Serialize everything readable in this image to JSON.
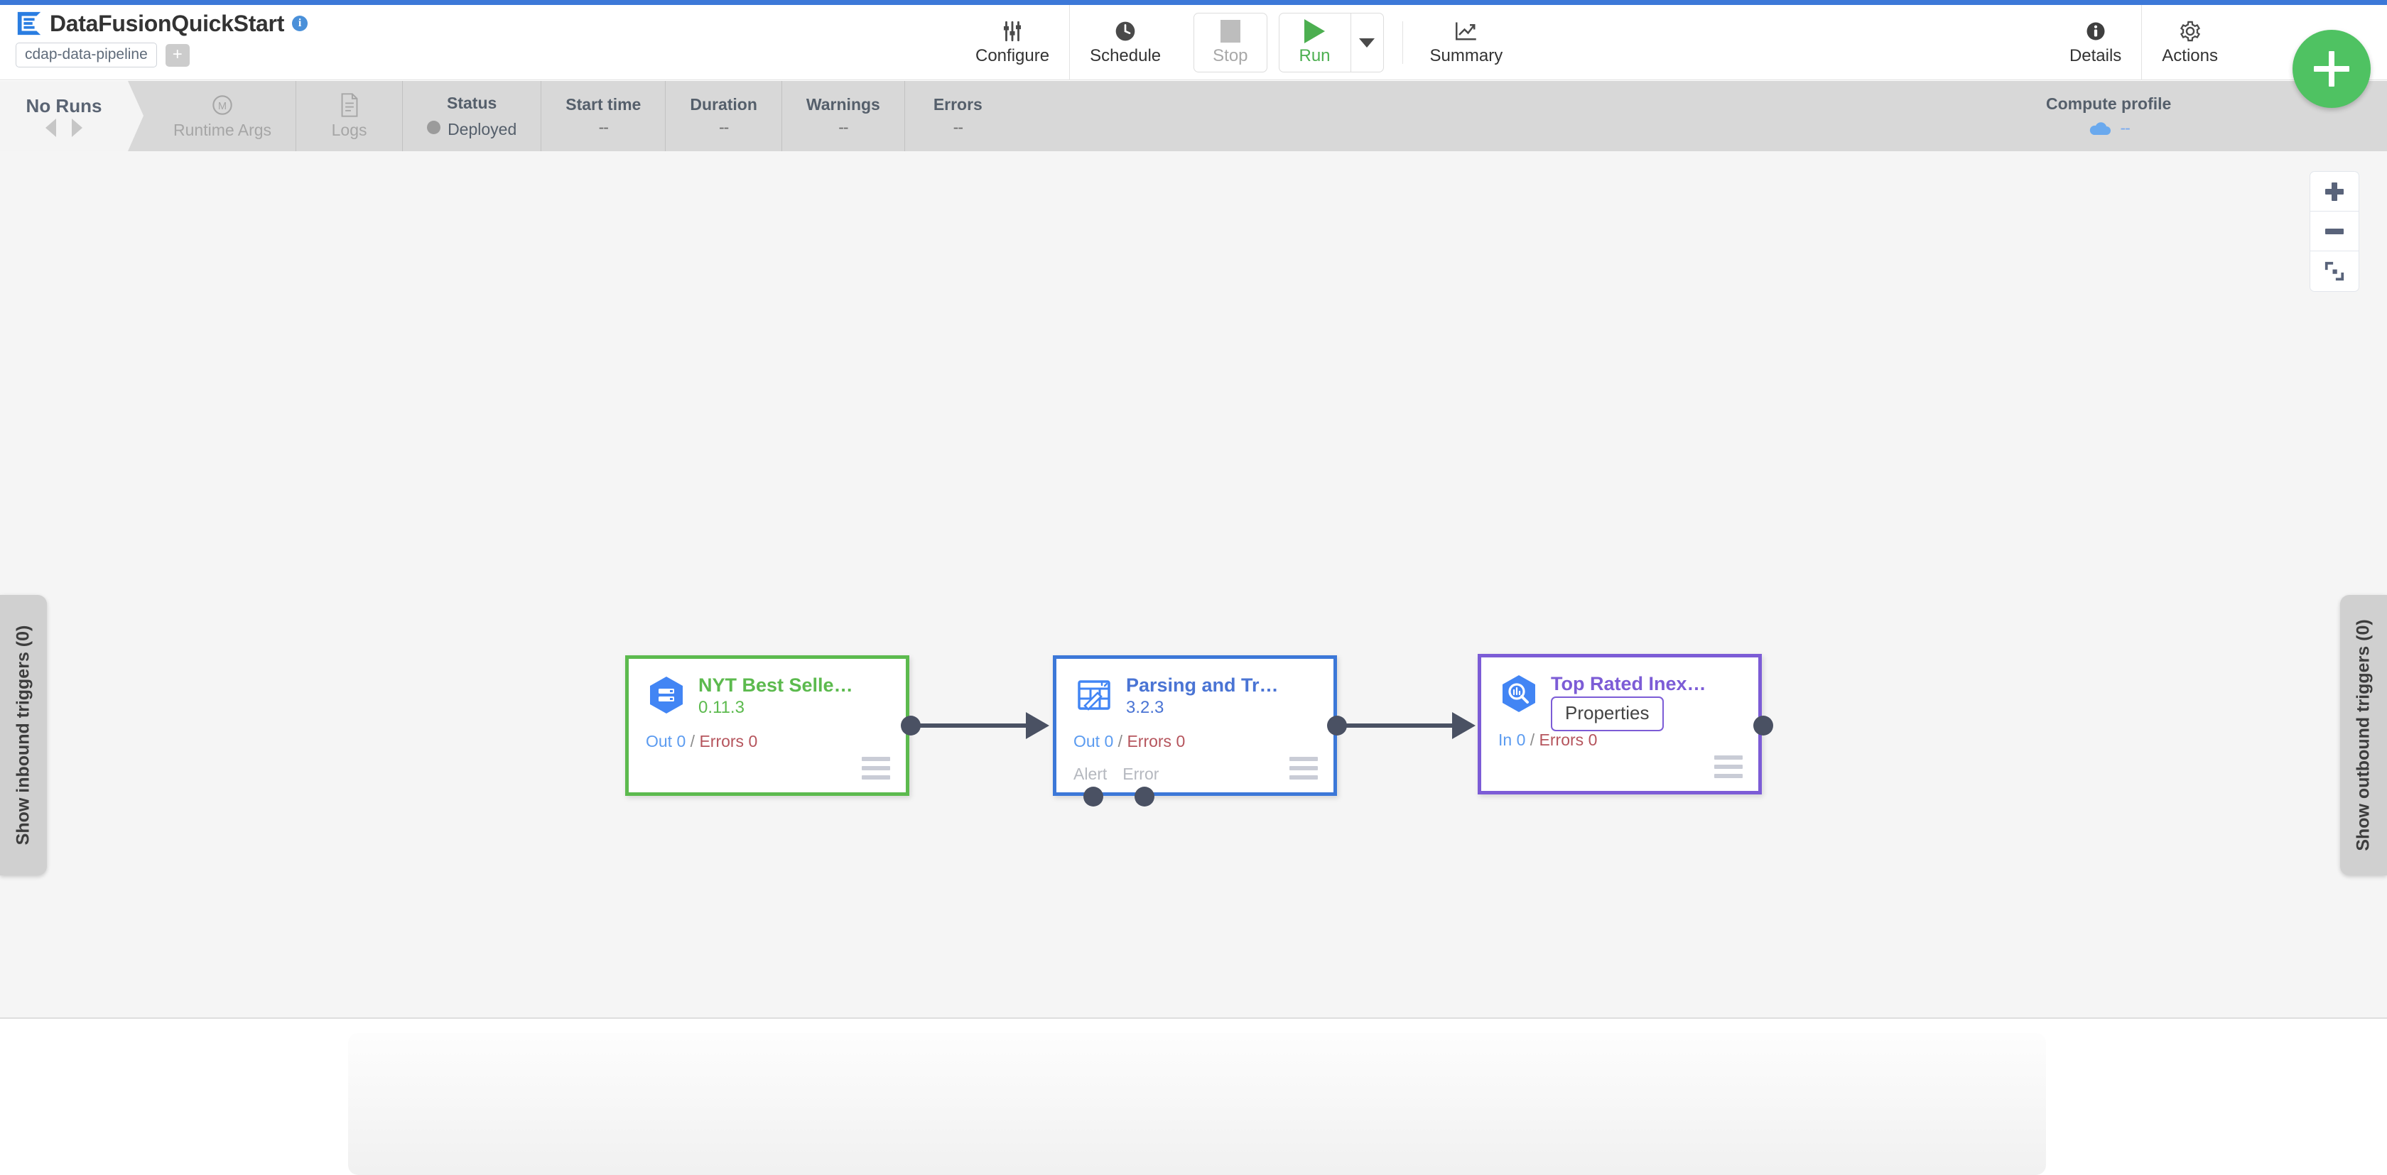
{
  "header": {
    "logo_icon": "cdap-logo-icon",
    "pipeline_name": "DataFusionQuickStart",
    "info_icon": "info-icon",
    "artifact_chip": "cdap-data-pipeline",
    "add_chip": "+",
    "toolbar": [
      {
        "icon": "sliders-icon",
        "label": "Configure"
      },
      {
        "icon": "clock-icon",
        "label": "Schedule"
      },
      {
        "icon": "stop-square-icon",
        "label": "Stop"
      },
      {
        "icon": "play-triangle-icon",
        "label": "Run"
      },
      {
        "icon": "chevron-down-icon",
        "label": ""
      },
      {
        "icon": "line-chart-icon",
        "label": "Summary"
      }
    ],
    "toolbar_right": [
      {
        "icon": "info-circle-icon",
        "label": "Details"
      },
      {
        "icon": "gear-icon",
        "label": "Actions"
      }
    ],
    "fab": {
      "icon": "plus-icon",
      "label": "+"
    }
  },
  "statsbar": {
    "runs_title": "No Runs",
    "prev_icon": "chevron-left-icon",
    "next_icon": "chevron-right-icon",
    "cells": [
      {
        "icon": "runtime-args-icon",
        "top": "",
        "sub": "Runtime Args",
        "muted": true
      },
      {
        "icon": "logs-doc-icon",
        "top": "",
        "sub": "Logs",
        "muted": true
      },
      {
        "icon": "",
        "top": "Status",
        "sub": "Deployed",
        "muted": false
      },
      {
        "icon": "",
        "top": "Start time",
        "sub": "--",
        "muted": false
      },
      {
        "icon": "",
        "top": "Duration",
        "sub": "--",
        "muted": false
      },
      {
        "icon": "",
        "top": "Warnings",
        "sub": "--",
        "muted": false
      },
      {
        "icon": "",
        "top": "Errors",
        "sub": "--",
        "muted": false
      }
    ],
    "compute": {
      "title": "Compute profile",
      "icon": "cloud-icon",
      "value": "--"
    }
  },
  "canvas": {
    "zoom_controls": [
      {
        "icon": "zoom-in-icon"
      },
      {
        "icon": "zoom-out-icon"
      },
      {
        "icon": "fit-to-screen-icon"
      }
    ],
    "inbound_tab": "Show inbound triggers (0)",
    "outbound_tab": "Show outbound triggers (0)",
    "nodes": [
      {
        "id": "node-source",
        "icon": "bigquery-table-icon",
        "name": "NYT Best Selle…",
        "version": "0.11.3",
        "metric_in_label": "Out",
        "metric_in_value": "0",
        "metric_sep": "/",
        "metric_err_label": "Errors",
        "metric_err_value": "0",
        "ports": [],
        "color": "#5cba4e"
      },
      {
        "id": "node-transform",
        "icon": "wrangler-icon",
        "name": "Parsing and Tr…",
        "version": "3.2.3",
        "metric_in_label": "Out",
        "metric_in_value": "0",
        "metric_sep": "/",
        "metric_err_label": "Errors",
        "metric_err_value": "0",
        "ports": [
          "Alert",
          "Error"
        ],
        "color": "#3c78d8"
      },
      {
        "id": "node-sink",
        "icon": "bigquery-search-icon",
        "name": "Top Rated Inex…",
        "version": "",
        "metric_in_label": "In",
        "metric_in_value": "0",
        "metric_sep": "/",
        "metric_err_label": "Errors",
        "metric_err_value": "0",
        "ports": [],
        "tooltip": "Properties",
        "color": "#7c5cd6"
      }
    ]
  },
  "colors": {
    "accent_blue": "#3c78d8",
    "node_green": "#5cba4e",
    "node_blue": "#3c78d8",
    "node_purple": "#7c5cd6",
    "fab_green": "#4fc262",
    "canvas_bg": "#f5f5f5",
    "statsbar_bg": "#d8d8d8"
  }
}
